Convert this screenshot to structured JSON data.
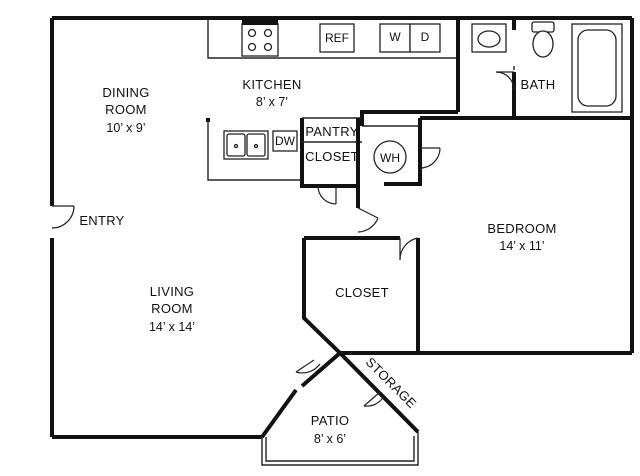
{
  "rooms": {
    "dining": {
      "name_1": "DINING",
      "name_2": "ROOM",
      "size": "10’ x 9’"
    },
    "kitchen": {
      "name": "KITCHEN",
      "size": "8’ x 7’"
    },
    "living": {
      "name_1": "LIVING",
      "name_2": "ROOM",
      "size": "14’ x 14’"
    },
    "bedroom": {
      "name": "BEDROOM",
      "size": "14’ x 11’"
    },
    "bath": {
      "name": "BATH"
    },
    "patio": {
      "name": "PATIO",
      "size": "8’ x 6’"
    },
    "pantry": {
      "name": "PANTRY"
    },
    "closet_small": {
      "name": "CLOSET"
    },
    "closet_large": {
      "name": "CLOSET"
    },
    "storage": {
      "name": "STORAGE"
    },
    "entry": {
      "name": "ENTRY"
    }
  },
  "appliances": {
    "refrigerator": "REF",
    "washer": "W",
    "dryer": "D",
    "dishwasher": "DW",
    "water_heater": "WH"
  }
}
